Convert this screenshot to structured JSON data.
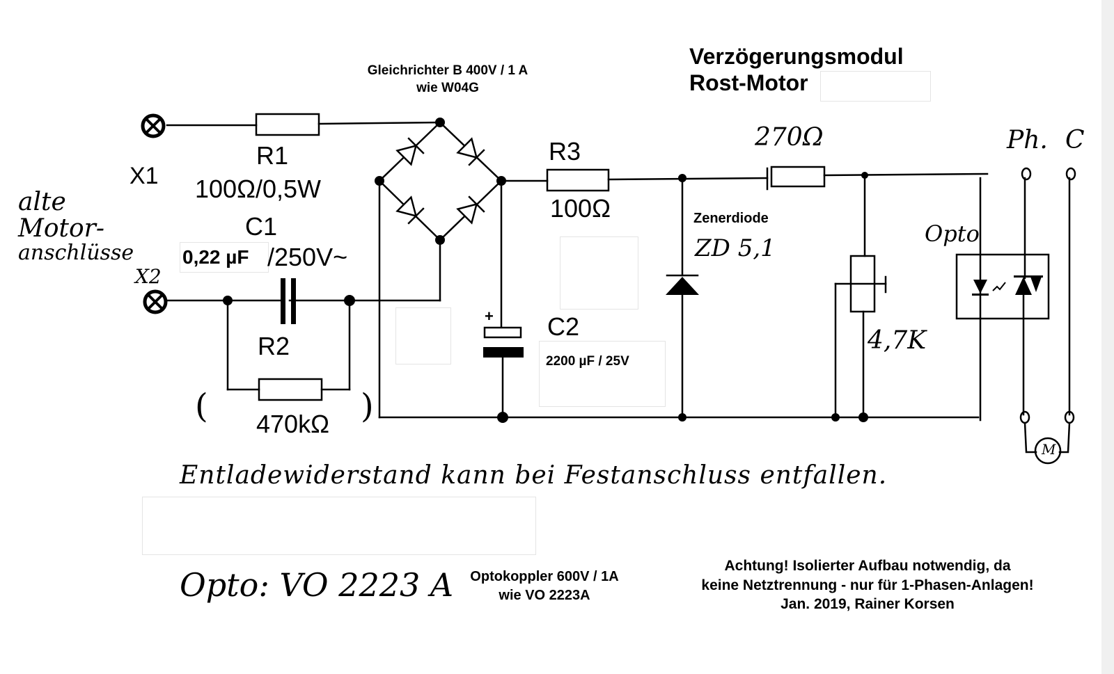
{
  "title": {
    "line1": "Verzögerungsmodul",
    "line2": "Rost-Motor"
  },
  "rectifier": {
    "line1": "Gleichrichter  B 400V / 1 A",
    "line2": "wie W04G"
  },
  "terminals": {
    "x1": "X1",
    "x2": "X2",
    "phase": "Ph.",
    "other": "C",
    "motor": "M"
  },
  "left_note": {
    "line1": "alte",
    "line2": "Motor-",
    "line3": "anschlüsse"
  },
  "components": {
    "r1": {
      "name": "R1",
      "value": "100Ω/0,5W"
    },
    "c1": {
      "name": "C1",
      "value_boxed": "0,22 µF",
      "value_rest": "/250V~"
    },
    "r2": {
      "name": "R2",
      "value": "470kΩ",
      "paren_open": "(",
      "paren_close": ")"
    },
    "r3": {
      "name": "R3",
      "value": "100Ω"
    },
    "c2": {
      "name": "C2",
      "value": "2200 µF / 25V",
      "polarity": "+"
    },
    "r270": {
      "value": "270Ω"
    },
    "zener": {
      "label": "Zenerdiode",
      "value": "ZD 5,1"
    },
    "pot": {
      "value": "4,7K"
    },
    "opto": {
      "label": "Opto"
    }
  },
  "notes": {
    "discharge": "Entladewiderstand kann bei Festanschluss entfallen.",
    "opto_part": "Opto:  VO 2223 A",
    "opto_desc_line1": "Optokoppler 600V / 1A",
    "opto_desc_line2": "wie VO 2223A",
    "warning_line1": "Achtung! Isolierter Aufbau notwendig, da",
    "warning_line2": "keine Netztrennung - nur für 1-Phasen-Anlagen!",
    "warning_line3": "Jan. 2019, Rainer Korsen"
  }
}
